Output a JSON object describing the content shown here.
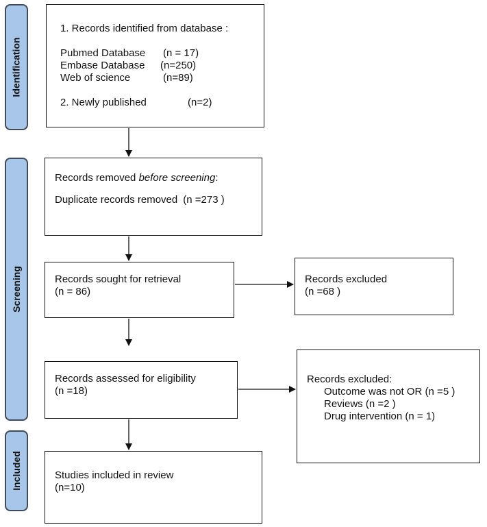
{
  "stages": {
    "identification": "Identification",
    "screening": "Screening",
    "included": "Included"
  },
  "identification_box": {
    "heading": "1. Records identified from database :",
    "pubmed": "Pubmed Database",
    "pubmed_n": "(n = 17)",
    "embase": "Embase Database",
    "embase_n": "(n=250)",
    "wos": "Web of science",
    "wos_n": "(n=89)",
    "newly": "2. Newly published",
    "newly_n": "(n=2)"
  },
  "removed_box": {
    "line1_prefix": "Records removed ",
    "line1_italic": "before screening",
    "line1_suffix": ":",
    "line2": "Duplicate records removed",
    "line2_n": "(n =273 )"
  },
  "sought_box": {
    "line1": "Records sought for retrieval",
    "line2": "(n = 86)"
  },
  "excluded_box_1": {
    "line1": "Records excluded",
    "line2": "(n =68 )"
  },
  "assessed_box": {
    "line1": "Records assessed for eligibility",
    "line2": "(n =18)"
  },
  "excluded_box_2": {
    "line1": "Records excluded:",
    "reasons": [
      "Outcome was not OR (n =5 )",
      "Reviews (n =2 )",
      "Drug intervention (n = 1)"
    ]
  },
  "included_box": {
    "line1": "Studies included in review",
    "line2": "(n=10)"
  }
}
